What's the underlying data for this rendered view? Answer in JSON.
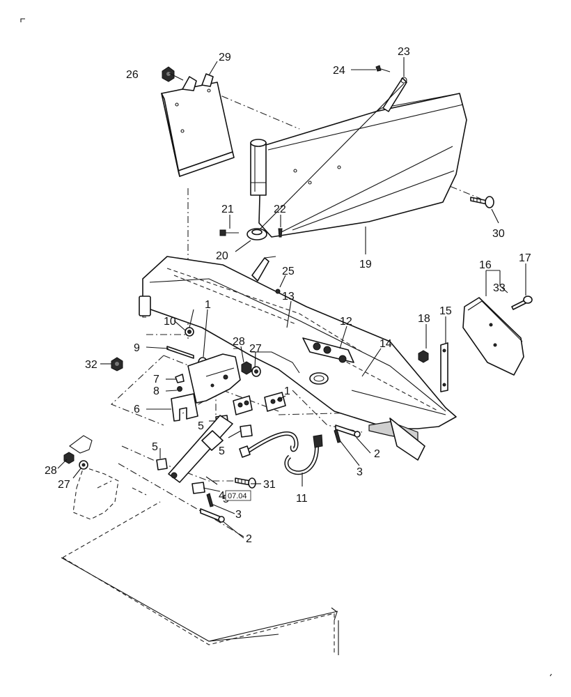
{
  "callouts": {
    "c1a": "1",
    "c1b": "1",
    "c2a": "2",
    "c2b": "2",
    "c3a": "3",
    "c3b": "3",
    "c4": "4",
    "c5a": "5",
    "c5b": "5",
    "c5c": "5",
    "c5d": "5",
    "c6": "6",
    "c7": "7",
    "c8": "8",
    "c9": "9",
    "c10": "10",
    "c11": "11",
    "c12": "12",
    "c13": "13",
    "c14": "14",
    "c15": "15",
    "c16": "16",
    "c17": "17",
    "c18": "18",
    "c19": "19",
    "c20": "20",
    "c21": "21",
    "c22": "22",
    "c23": "23",
    "c24": "24",
    "c25": "25",
    "c26": "26",
    "c27a": "27",
    "c27b": "27",
    "c28a": "28",
    "c28b": "28",
    "c29": "29",
    "c30": "30",
    "c31": "31",
    "c32": "32",
    "c33": "33"
  },
  "revision_label": "07.04"
}
